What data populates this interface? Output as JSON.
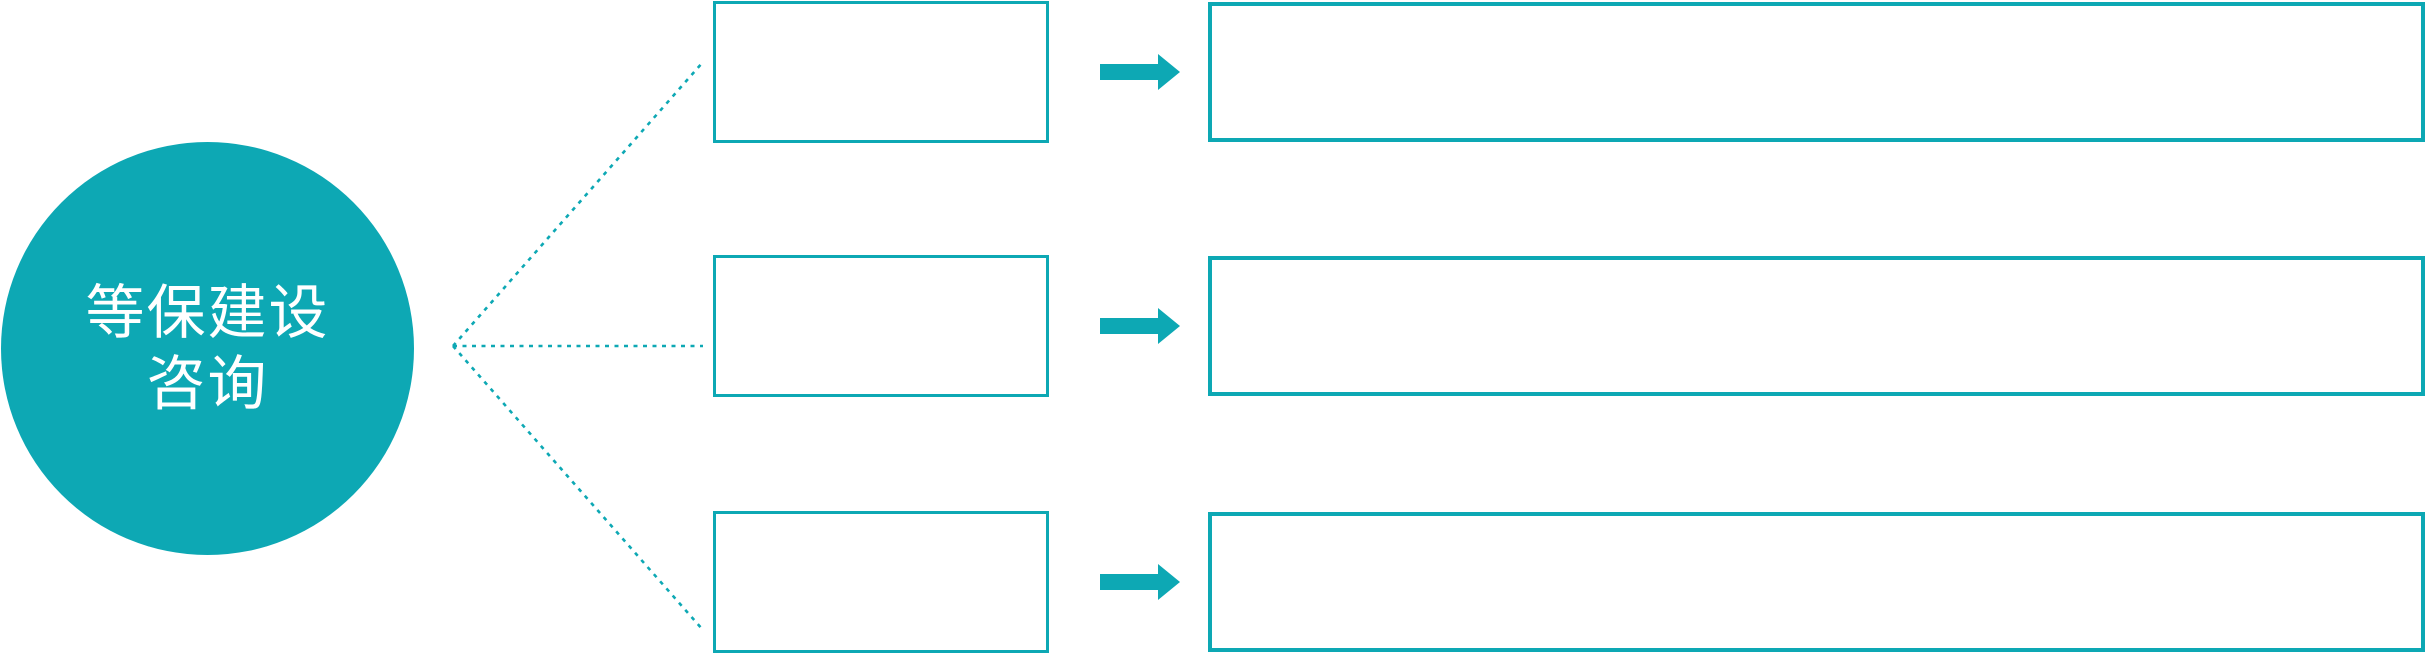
{
  "diagram": {
    "accent_color": "#0da8b4",
    "background_color": "#ffffff",
    "circle": {
      "label_line1": "等保建设",
      "label_line2": "咨询",
      "text_color": "#ffffff"
    },
    "connector": {
      "style": "dotted",
      "icon": "dotted-branch-connector"
    },
    "rows": [
      {
        "small_box_label": "",
        "arrow_icon": "arrow-right-icon",
        "large_box_label": ""
      },
      {
        "small_box_label": "",
        "arrow_icon": "arrow-right-icon",
        "large_box_label": ""
      },
      {
        "small_box_label": "",
        "arrow_icon": "arrow-right-icon",
        "large_box_label": ""
      }
    ]
  }
}
